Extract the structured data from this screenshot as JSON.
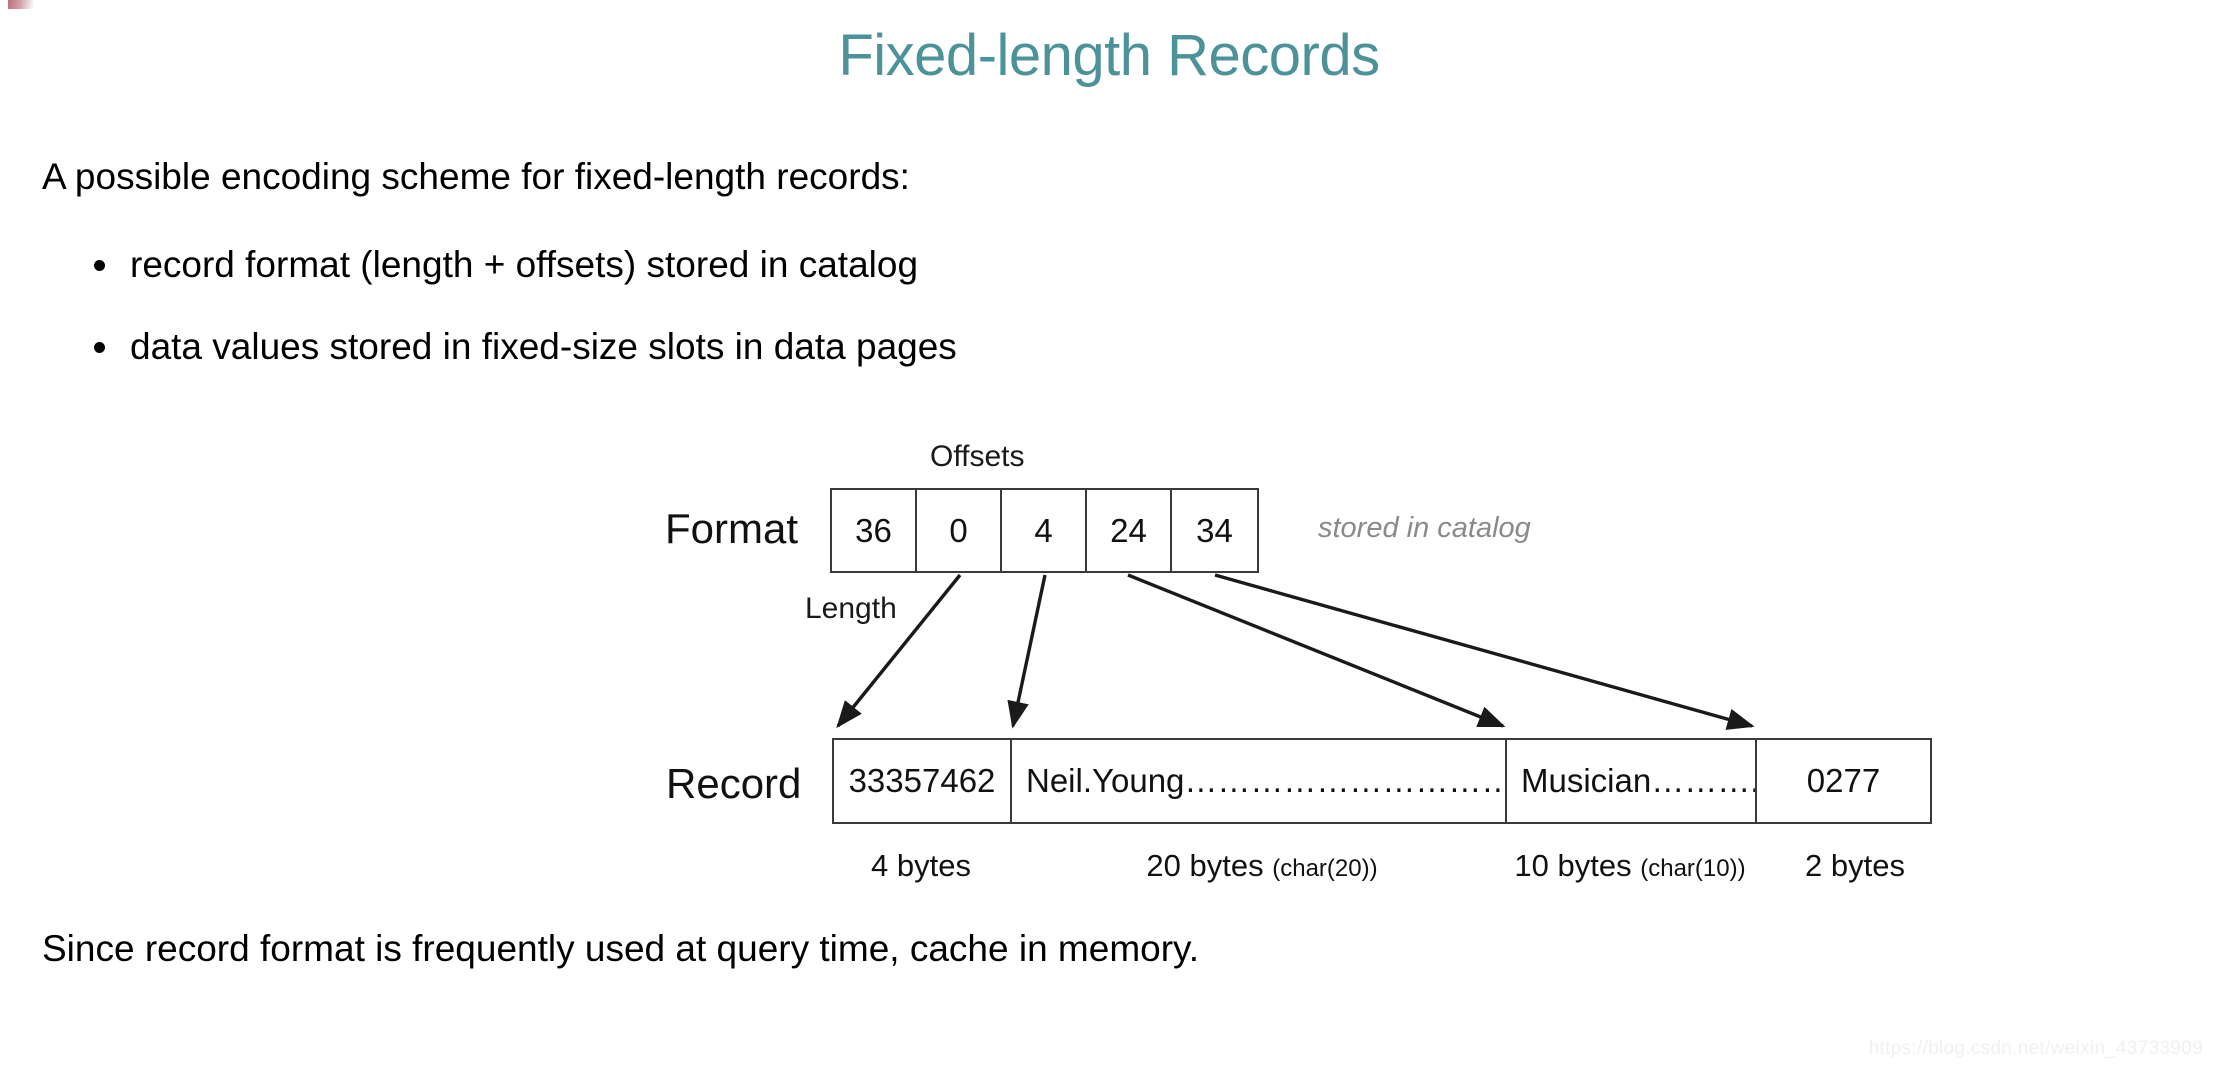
{
  "slide": {
    "title": "Fixed-length Records",
    "intro": "A possible encoding scheme for fixed-length records:",
    "bullets": [
      "record format (length + offsets) stored in catalog",
      "data values stored in fixed-size slots in data pages"
    ],
    "closing": "Since record format is frequently used at query time, cache in memory.",
    "title_color": "#4b9399"
  },
  "diagram": {
    "offsets_label": "Offsets",
    "length_label": "Length",
    "catalog_note": "stored in catalog",
    "format_row_label": "Format",
    "record_row_label": "Record",
    "format_cells": [
      "36",
      "0",
      "4",
      "24",
      "34"
    ],
    "record_cells": [
      "33357462",
      "Neil.Young…………………………",
      "Musician………..",
      "0277"
    ],
    "byte_labels": [
      {
        "main": "4 bytes",
        "paren": ""
      },
      {
        "main": "20 bytes",
        "paren": "(char(20))"
      },
      {
        "main": "10 bytes",
        "paren": "(char(10))"
      },
      {
        "main": "2 bytes",
        "paren": ""
      }
    ]
  },
  "watermark": "https://blog.csdn.net/weixin_43733909"
}
